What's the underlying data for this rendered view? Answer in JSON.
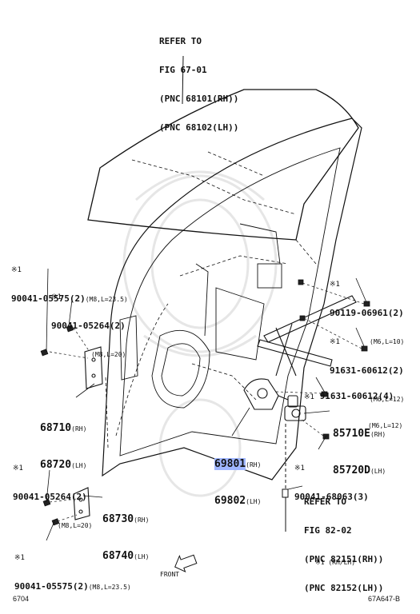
{
  "refs": {
    "glass": {
      "line1": "REFER TO",
      "line2": "FIG 67-01",
      "line3": "(PNC 68101(RH))",
      "line4": "(PNC 68102(LH))"
    },
    "cable": {
      "line1": "REFER TO",
      "line2": "FIG 82-02",
      "line3": "(PNC 82151(RH))",
      "line4": "(PNC 82152(LH))"
    }
  },
  "parts": {
    "p1": {
      "mark": "※1",
      "pn": "90041-05575(2)",
      "spec": "(M8,L=23.5)"
    },
    "p2": {
      "mark": "※1",
      "pn": "90041-05264(2)",
      "spec": "(M8,L=20)"
    },
    "p3": {
      "rh": "68710",
      "rh_tag": "(RH)",
      "lh": "68720",
      "lh_tag": "(LH)"
    },
    "p4": {
      "mark": "※1",
      "pn": "90041-05264(2)",
      "spec": "(M8,L=20)"
    },
    "p5": {
      "rh": "68730",
      "rh_tag": "(RH)",
      "lh": "68740",
      "lh_tag": "(LH)"
    },
    "p6": {
      "mark": "※1",
      "pn": "90041-05575(2)",
      "spec": "(M8,L=23.5)"
    },
    "p7": {
      "mark": "※1",
      "pn": "90119-06961(2)",
      "spec": "(M6,L=10)"
    },
    "p8": {
      "mark": "※1",
      "pn": "91631-60612(2)",
      "spec": "(M6,L=12)"
    },
    "p9": {
      "mark": "※1",
      "pn": "91631-60612(4)",
      "spec": "(M6,L=12)"
    },
    "p10": {
      "rh": "85710E",
      "rh_tag": "(RH)",
      "lh": "85720D",
      "lh_tag": "(LH)"
    },
    "p11": {
      "rh": "69801",
      "rh_tag": "(RH)",
      "lh": "69802",
      "lh_tag": "(LH)"
    },
    "p12": {
      "mark": "※1",
      "pn": "90041-68063(3)"
    }
  },
  "legend": {
    "note": "※1 (RH/LH)",
    "front": "FRONT"
  },
  "footer": {
    "left": "6704",
    "right": "67A647-B"
  },
  "colors": {
    "highlight": "#9fb6ff",
    "line": "#111111",
    "watermark": "#e6e6e6"
  }
}
